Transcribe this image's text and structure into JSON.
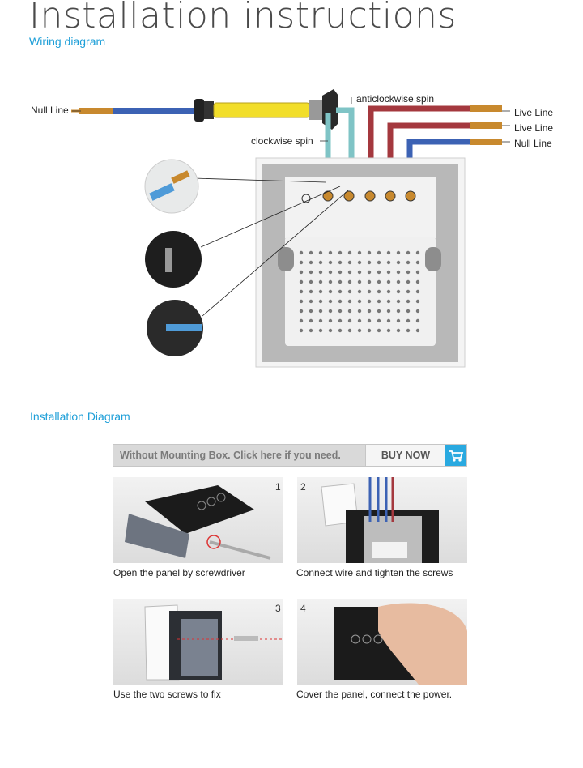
{
  "header": {
    "title": "Installation instructions",
    "wiring_subtitle": "Wiring diagram",
    "installation_subtitle": "Installation Diagram"
  },
  "wiring": {
    "null_line_left": "Null Line",
    "anticlockwise_label": "anticlockwise spin",
    "clockwise_label": "clockwise spin",
    "live_line_1": "Live Line",
    "live_line_2": "Live Line",
    "null_line_right": "Null Line",
    "colors": {
      "brown": "#a4383e",
      "blue": "#3c62b4",
      "teal": "#7fc4c6",
      "copper": "#c8892e",
      "yellow": "#f2de2a"
    }
  },
  "banner": {
    "text": "Without Mounting Box. Click here if you need.",
    "buy_now_label": "BUY NOW",
    "cart_icon": "cart-icon",
    "accent": "#29a9e0"
  },
  "steps": [
    {
      "number": "1",
      "caption": "Open the panel by screwdriver"
    },
    {
      "number": "2",
      "caption": "Connect wire and tighten the screws"
    },
    {
      "number": "3",
      "caption": "Use the two screws to fix"
    },
    {
      "number": "4",
      "caption": "Cover the panel, connect the power."
    }
  ]
}
